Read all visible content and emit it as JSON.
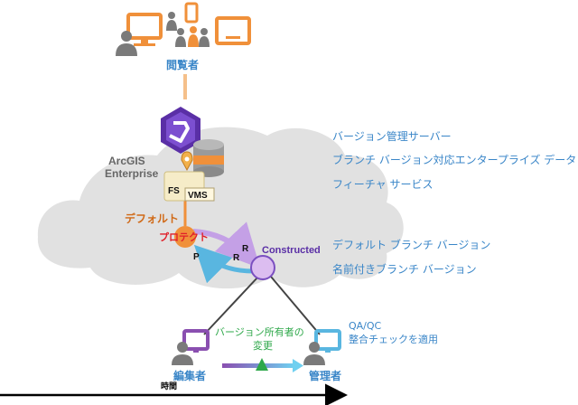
{
  "viewers": {
    "label": "閲覧者"
  },
  "platform": {
    "name_line1": "ArcGIS",
    "name_line2": "Enterprise"
  },
  "badges": {
    "fs": "FS",
    "vms": "VMS"
  },
  "versions": {
    "default_label": "デフォルト",
    "protect_label": "プロテクト",
    "named_label": "Constructed",
    "post_marker": "P",
    "reconcile_marker_1": "R",
    "reconcile_marker_2": "R"
  },
  "legend": {
    "items": [
      "バージョン管理サーバー",
      "ブランチ バージョン対応エンタープライズ データ",
      "フィーチャ サービス",
      "デフォルト ブランチ バージョン",
      "名前付きブランチ バージョン"
    ]
  },
  "editor": {
    "label": "編集者",
    "change_note_line1": "バージョン所有者の",
    "change_note_line2": "変更"
  },
  "manager": {
    "label": "管理者",
    "qa_line1": "QA/QC",
    "qa_line2": "整合チェックを適用"
  },
  "timeline": {
    "label": "時間"
  },
  "colors": {
    "orange": "#f0903a",
    "purple": "#7b4fc0",
    "lavender": "#d8b8ee",
    "cyan": "#59b6e0",
    "red": "#e0202a",
    "green": "#2ea84a",
    "blue_text": "#3a86c8",
    "cloud": "#e1e1e1",
    "gray_person": "#7a7a7a"
  }
}
